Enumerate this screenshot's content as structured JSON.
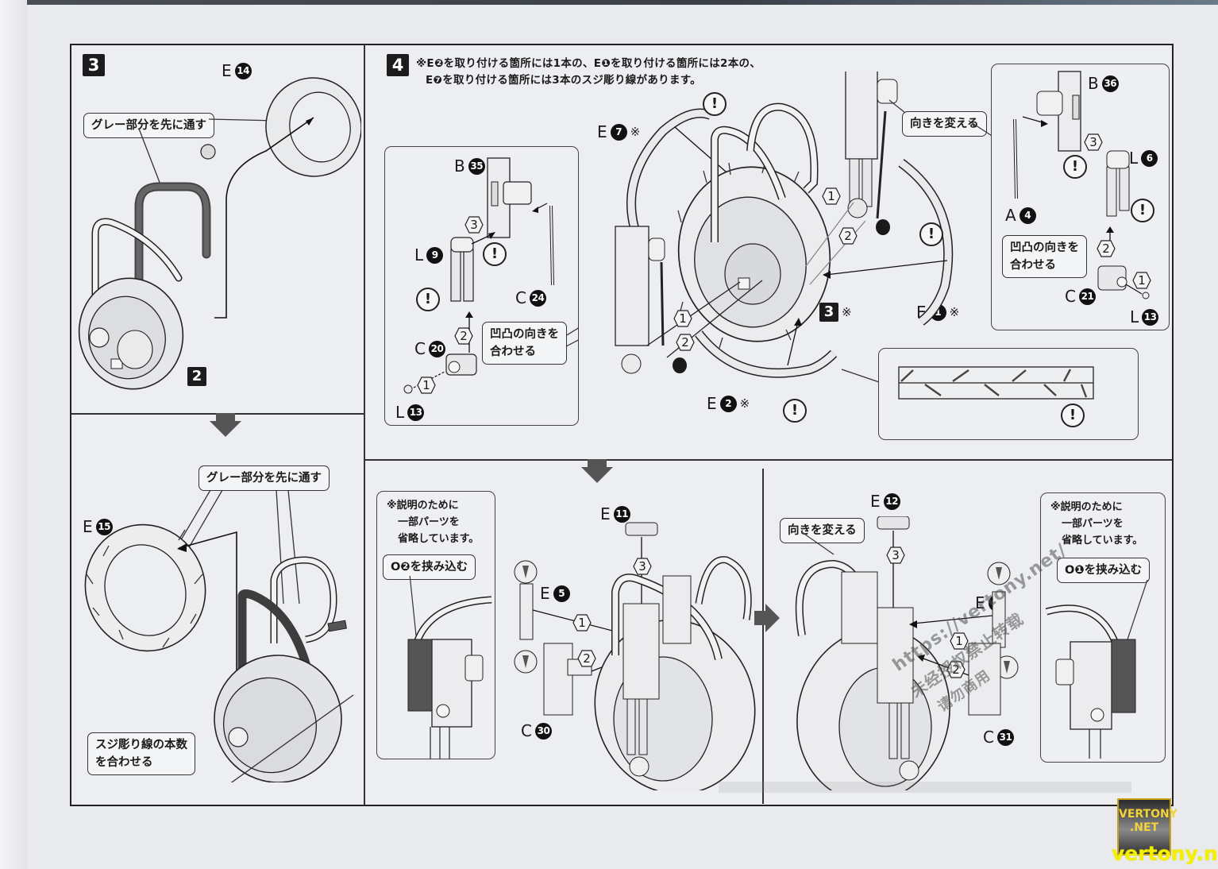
{
  "page": {
    "type": "assembly-instructions",
    "accent_black": "#1c1c1c",
    "paper_color": "#eceef1"
  },
  "step3": {
    "number": "3",
    "top_panel": {
      "part_e14": {
        "runner": "E",
        "num": "14"
      },
      "callout_gray_first": "グレー部分を先に通す",
      "subassembly_ref": "2"
    },
    "bottom_panel": {
      "part_e15": {
        "runner": "E",
        "num": "15"
      },
      "callout_gray_first": "グレー部分を先に通す",
      "callout_match_lines": [
        "スジ彫り線の本数",
        "を合わせる"
      ]
    }
  },
  "step4": {
    "number": "4",
    "note_lines": [
      "※E❷を取り付ける箇所には1本の、E❶を取り付ける箇所には2本の、",
      "E❼を取り付ける箇所には3本のスジ彫り線があります。"
    ],
    "left_box": {
      "parts": [
        {
          "runner": "B",
          "num": "35"
        },
        {
          "runner": "L",
          "num": "9"
        },
        {
          "runner": "C",
          "num": "24"
        },
        {
          "runner": "C",
          "num": "20"
        },
        {
          "runner": "L",
          "num": "13"
        }
      ],
      "steps": [
        "1",
        "2",
        "3"
      ],
      "callout_align": [
        "凹凸の向きを",
        "合わせる"
      ]
    },
    "center": {
      "parts": [
        {
          "runner": "E",
          "num": "7",
          "mark": "※"
        },
        {
          "runner": "E",
          "num": "1",
          "mark": "※"
        },
        {
          "runner": "E",
          "num": "2",
          "mark": "※"
        }
      ],
      "subassembly_ref": "3",
      "subassembly_mark": "※",
      "steps": [
        "1",
        "2",
        "1",
        "2"
      ],
      "callout_change_direction": "向きを変える"
    },
    "right_box": {
      "parts": [
        {
          "runner": "B",
          "num": "36"
        },
        {
          "runner": "L",
          "num": "6"
        },
        {
          "runner": "A",
          "num": "4"
        },
        {
          "runner": "C",
          "num": "21"
        },
        {
          "runner": "L",
          "num": "13"
        }
      ],
      "steps": [
        "1",
        "2",
        "3"
      ],
      "callout_align": [
        "凹凸の向きを",
        "合わせる"
      ]
    },
    "bottom_left": {
      "omit_note": [
        "※説明のために",
        "一部パーツを",
        "省略しています。"
      ],
      "callout_clamp": "O❷を挟み込む",
      "parts": [
        {
          "runner": "E",
          "num": "11"
        },
        {
          "runner": "E",
          "num": "5"
        },
        {
          "runner": "C",
          "num": "30"
        }
      ],
      "steps": [
        "1",
        "2",
        "3"
      ]
    },
    "bottom_right": {
      "callout_change_direction": "向きを変える",
      "omit_note": [
        "※説明のために",
        "一部パーツを",
        "省略しています。"
      ],
      "callout_clamp": "O❶を挟み込む",
      "parts": [
        {
          "runner": "E",
          "num": "12"
        },
        {
          "runner": "E",
          "num": "6"
        },
        {
          "runner": "C",
          "num": "31"
        }
      ],
      "steps": [
        "1",
        "2",
        "3"
      ]
    }
  },
  "watermark": {
    "line1": "https://vertony.net/",
    "line2": "未经授权禁止转载",
    "line3": "请勿商用"
  },
  "logo": {
    "line1": "VERTONY",
    "line2": ".NET",
    "url": "vertony.net"
  },
  "warning_symbol": "!"
}
